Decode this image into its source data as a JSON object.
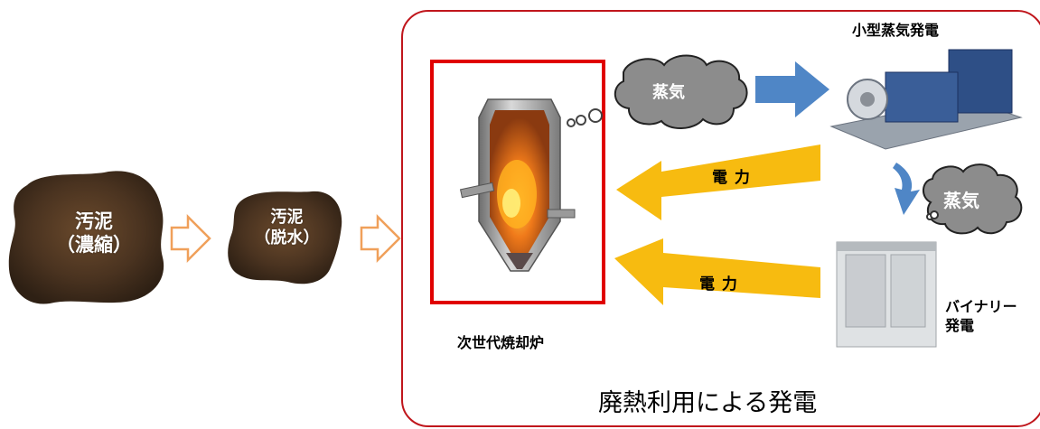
{
  "colors": {
    "sludge": "#4a3320",
    "hollow_arrow": "#f0a05a",
    "panel_border": "#c0161c",
    "furnace_frame": "#e00000",
    "cloud": "#8c8c8c",
    "steam_arrow": "#4f86c6",
    "power_arrow": "#f7bb10"
  },
  "sludge_concentrated": {
    "line1": "汚泥",
    "line2": "（濃縮）"
  },
  "sludge_dewatered": {
    "line1": "汚泥",
    "line2": "（脱水）"
  },
  "furnace": {
    "label": "次世代焼却炉"
  },
  "steam_cloud_top": {
    "label": "蒸気"
  },
  "steam_cloud_right": {
    "label": "蒸気"
  },
  "steam_turbine": {
    "title": "小型蒸気発電"
  },
  "binary": {
    "line1": "バイナリー",
    "line2": "発電"
  },
  "power_upper": {
    "label": "電 力"
  },
  "power_lower": {
    "label": "電 力"
  },
  "footer": {
    "title": "廃熱利用による発電"
  }
}
